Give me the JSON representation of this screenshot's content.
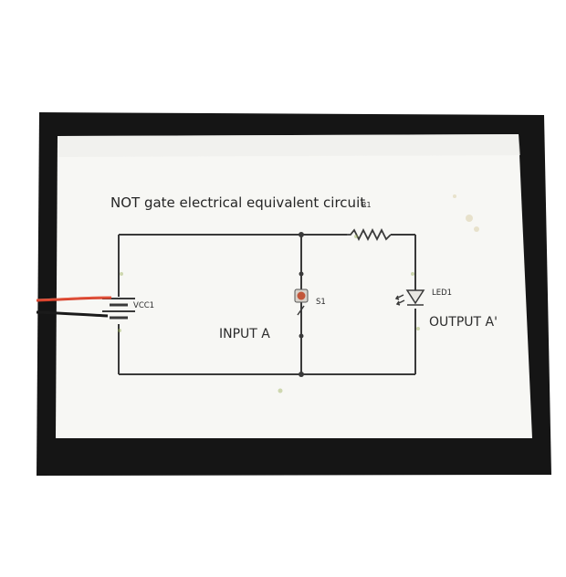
{
  "diagram": {
    "title": "NOT gate electrical equivalent circuit",
    "components": {
      "resistor": "R1",
      "battery": "VCC1",
      "switch": "S1",
      "led": "LED1"
    },
    "input_label": "INPUT A",
    "output_label": "OUTPUT A'"
  },
  "colors": {
    "background": "#ffffff",
    "board": "#151515",
    "paper": "#f7f7f4",
    "ink": "#3a3a3a",
    "red_wire": "#d8422c",
    "black_wire": "#1a1a1a",
    "button": "#c2563a"
  }
}
